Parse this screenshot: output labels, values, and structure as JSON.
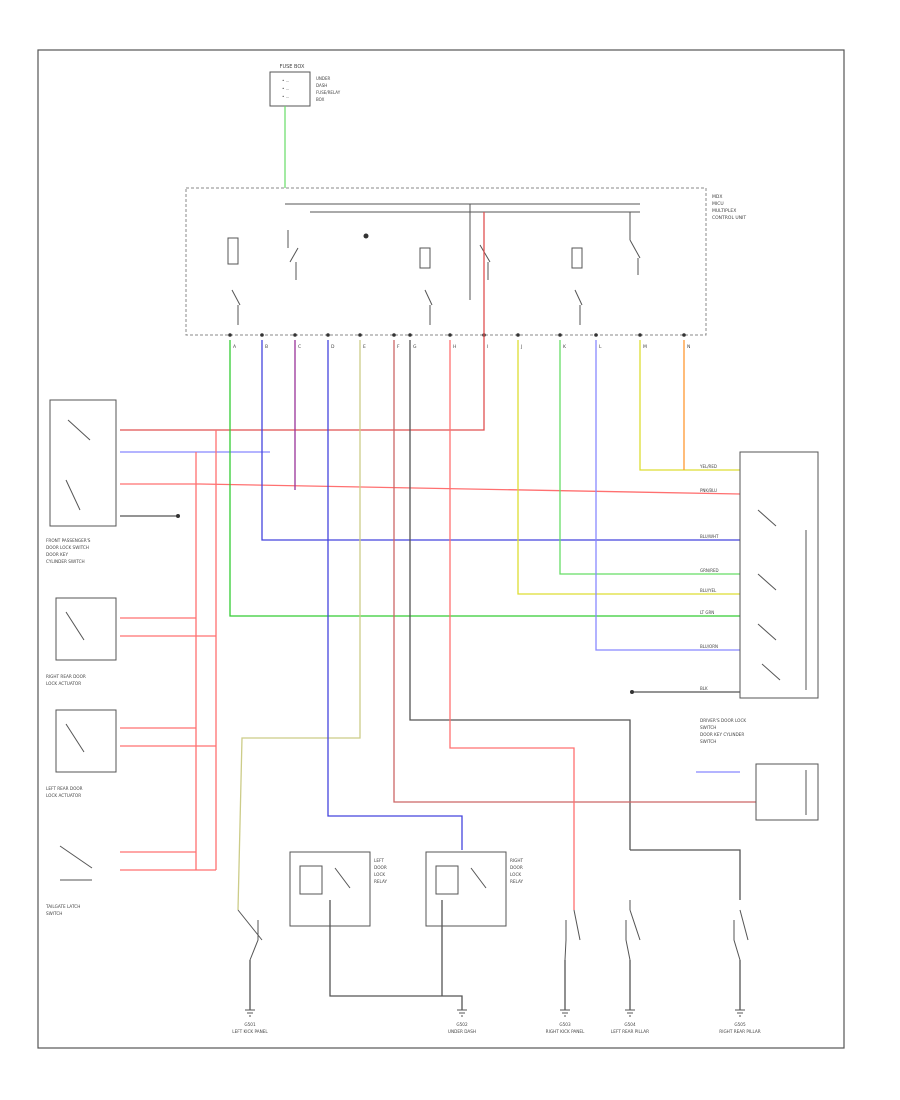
{
  "diagram": {
    "footer_code": "",
    "colors": {
      "frame": "#555555",
      "wire_dark": "#555555",
      "wire_red": "#e05050",
      "wire_pink": "#ff7070",
      "wire_blue": "#4444dd",
      "wire_lightblue": "#8888ff",
      "wire_green": "#33cc33",
      "wire_lightgreen": "#66dd66",
      "wire_yellow": "#dddd33",
      "wire_orange": "#ff9933",
      "wire_purple": "#993399",
      "wire_olive": "#cccc88",
      "wire_gray": "#999999"
    },
    "control_unit": {
      "label_lines": [
        "MDX",
        "MICU",
        "MULTIPLEX",
        "CONTROL UNIT"
      ]
    },
    "fuse_box": {
      "title": "FUSE BOX",
      "label_lines": [
        "UNDER",
        "DASH",
        "FUSE/RELAY",
        "BOX"
      ]
    },
    "terminals": [
      "A",
      "B",
      "C",
      "D",
      "E",
      "F",
      "G",
      "H",
      "I",
      "J",
      "K",
      "L",
      "M",
      "N"
    ],
    "connector_right": {
      "label_lines": [
        "DRIVER'S DOOR LOCK",
        "SWITCH",
        "DOOR KEY CYLINDER",
        "SWITCH"
      ],
      "wire_labels": [
        "YEL/RED",
        "PNK/BLU",
        "BLU/WHT",
        "GRN/RED",
        "BLU/YEL",
        "LT GRN",
        "BLU/ORN",
        "BLK"
      ]
    },
    "left_switches": [
      {
        "label_lines": [
          "FRONT PASSENGER'S",
          "DOOR LOCK SWITCH",
          "DOOR KEY",
          "CYLINDER SWITCH"
        ]
      },
      {
        "label_lines": [
          "RIGHT REAR DOOR",
          "LOCK ACTUATOR"
        ]
      },
      {
        "label_lines": [
          "LEFT REAR DOOR",
          "LOCK ACTUATOR"
        ]
      },
      {
        "label_lines": [
          "TAILGATE LATCH",
          "SWITCH"
        ]
      }
    ],
    "relays": [
      {
        "label_lines": [
          "LEFT",
          "DOOR",
          "LOCK",
          "RELAY"
        ]
      },
      {
        "label_lines": [
          "RIGHT",
          "DOOR",
          "LOCK",
          "RELAY"
        ]
      }
    ],
    "grounds": [
      {
        "code": "G501",
        "label": "LEFT KICK PANEL"
      },
      {
        "code": "G502",
        "label": "UNDER DASH"
      },
      {
        "code": "G503",
        "label": "RIGHT KICK PANEL"
      },
      {
        "code": "G504",
        "label": "LEFT REAR PILLAR"
      },
      {
        "code": "G505",
        "label": "RIGHT REAR PILLAR"
      }
    ]
  }
}
